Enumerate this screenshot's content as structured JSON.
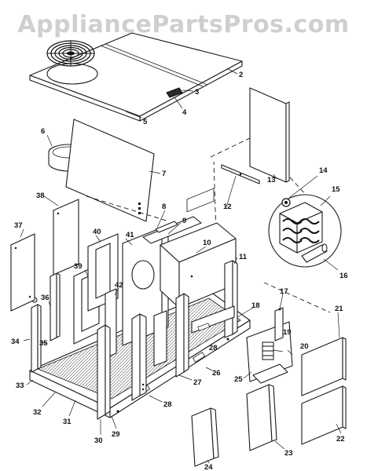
{
  "watermark": "AppliancePartsPros.com",
  "callouts": [
    "2",
    "3",
    "4",
    "5",
    "6",
    "7",
    "8",
    "9",
    "10",
    "11",
    "12",
    "13",
    "14",
    "15",
    "16",
    "17",
    "18",
    "19",
    "20",
    "21",
    "22",
    "23",
    "24",
    "25",
    "26",
    "27",
    "28",
    "28",
    "29",
    "30",
    "31",
    "32",
    "33",
    "34",
    "35",
    "36",
    "37",
    "38",
    "39",
    "40",
    "41",
    "42"
  ]
}
